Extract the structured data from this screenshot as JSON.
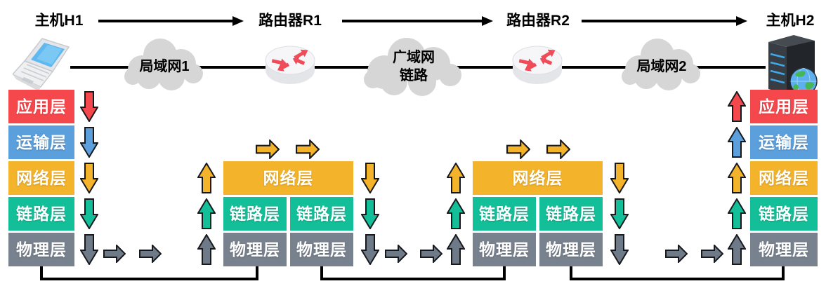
{
  "top_row": {
    "host1_label": "主机H1",
    "router1_label": "路由器R1",
    "router2_label": "路由器R2",
    "host2_label": "主机H2"
  },
  "network_row": {
    "lan1_label": "局域网1",
    "wan_label_line1": "广域网",
    "wan_label_line2": "链路",
    "lan2_label": "局域网2",
    "host1_device": "laptop-icon",
    "router1_device": "router-icon",
    "router2_device": "router-icon",
    "host2_device": "server-icon"
  },
  "layer_labels": {
    "application": "应用层",
    "transport": "运输层",
    "network": "网络层",
    "link": "链路层",
    "physical": "物理层"
  },
  "colors": {
    "application_red": "#f5484d",
    "transport_blue": "#5b9fdc",
    "network_yellow": "#f3b32b",
    "link_teal": "#13bf99",
    "physical_gray": "#78818e",
    "flow_arrow_gray": "#6e7a88",
    "cloud_gray": "#d6d6d6",
    "line_black": "#000000"
  }
}
